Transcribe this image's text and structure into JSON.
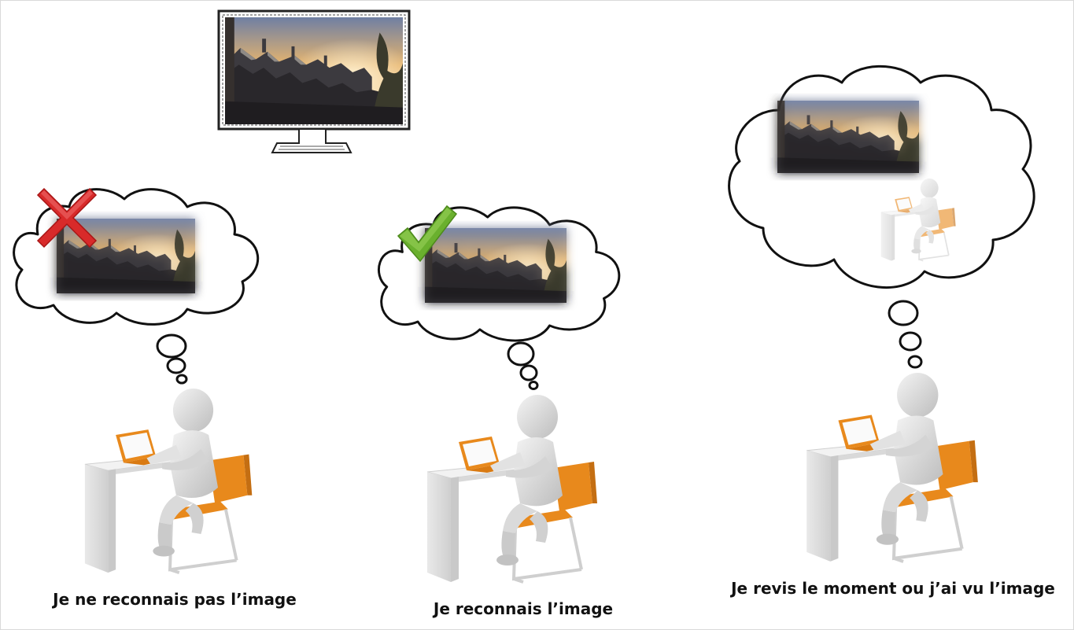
{
  "captions": {
    "panel1": "Je ne reconnais pas l’image",
    "panel2": "Je reconnais l’image",
    "panel3": "Je revis le moment ou j’ai vu l’image"
  },
  "icons": {
    "panel1_mark": "red-cross-icon",
    "panel2_mark": "green-check-icon"
  },
  "colors": {
    "chair": "#e8891c",
    "laptop": "#e8891c",
    "cross": "#d82a2a",
    "check": "#6ab02e"
  }
}
